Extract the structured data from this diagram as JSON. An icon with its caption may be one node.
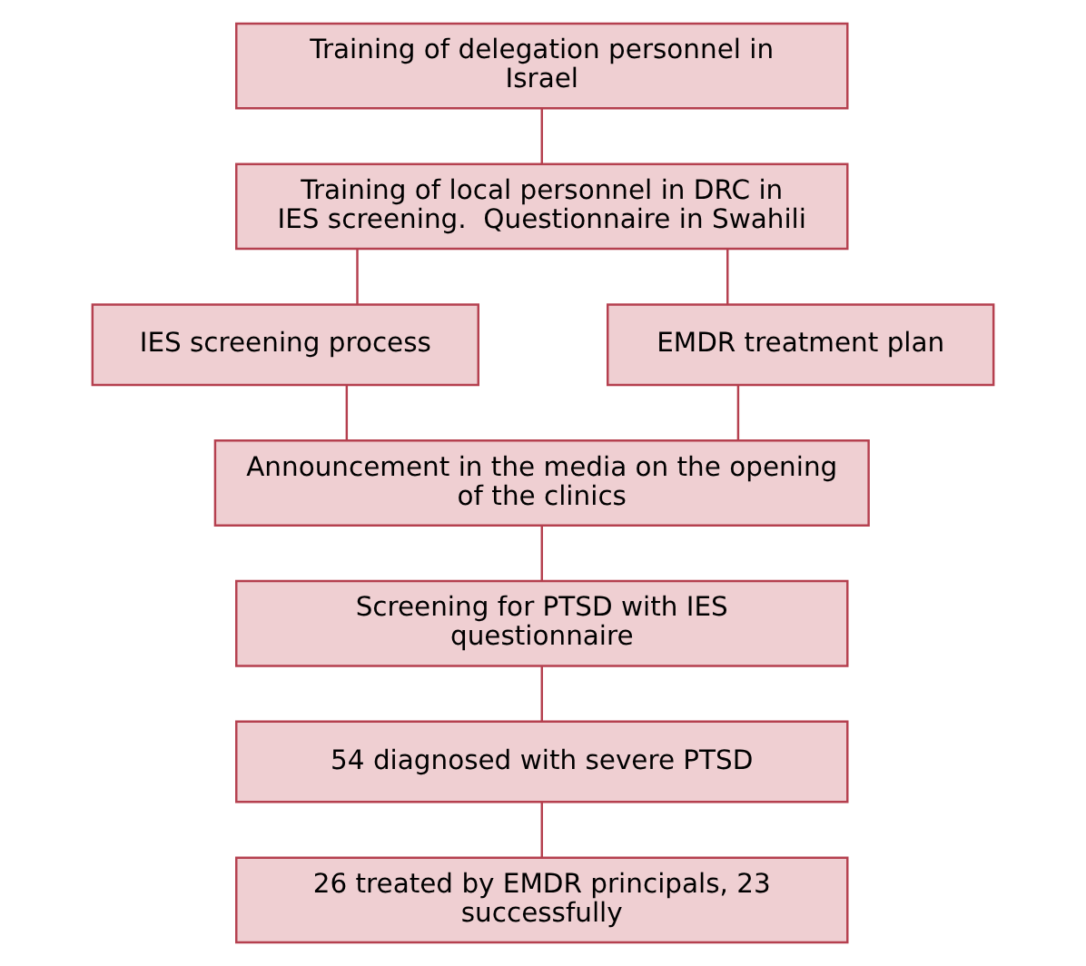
{
  "diagram": {
    "nodes": [
      {
        "text": [
          "Training of delegation personnel in Israel"
        ]
      },
      {
        "text": [
          "Training of local personnel in DRC in IES screening.  Questionnaire in Swahili"
        ]
      },
      {
        "text": [
          "IES screening process"
        ]
      },
      {
        "text": [
          "EMDR treatment plan"
        ]
      },
      {
        "text": [
          "Announcement in the media on the opening of the clinics"
        ]
      },
      {
        "text": [
          "Screening for PTSD with IES questionnaire"
        ]
      },
      {
        "text": [
          "54 diagnosed with severe PTSD"
        ]
      },
      {
        "text": [
          "26 treated by EMDR principals, 23 successfully"
        ]
      }
    ],
    "edges": [
      {
        "from": 0,
        "to": 1,
        "arrow": "none"
      },
      {
        "from": 1,
        "to": 2,
        "arrow": "none"
      },
      {
        "from": 1,
        "to": 3,
        "arrow": "none"
      },
      {
        "from": 2,
        "to": 4,
        "arrow": "none"
      },
      {
        "from": 3,
        "to": 4,
        "arrow": "none"
      },
      {
        "from": 4,
        "to": 5,
        "arrow": "none"
      },
      {
        "from": 5,
        "to": 6,
        "arrow": "none"
      },
      {
        "from": 6,
        "to": 7,
        "arrow": "none"
      }
    ]
  }
}
